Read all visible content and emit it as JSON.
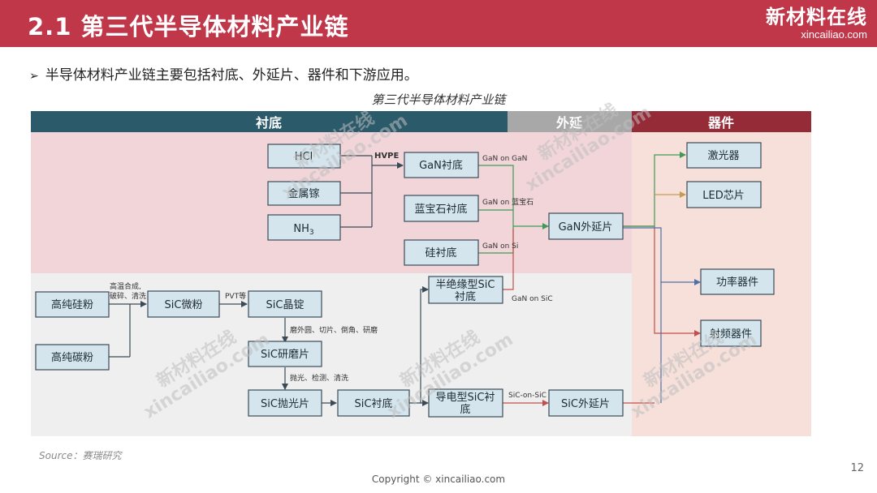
{
  "header": {
    "title": "2.1 第三代半导体材料产业链"
  },
  "logo": {
    "cn": "新材料在线",
    "en": "xincailiao.com"
  },
  "bullet": "半导体材料产业链主要包括衬底、外延片、器件和下游应用。",
  "caption": "第三代半导体材料产业链",
  "sections": {
    "substrate": "衬底",
    "epitaxy": "外延",
    "device": "器件"
  },
  "nodes": {
    "hcl": "HCl",
    "gallium": "金属镓",
    "nh3_main": "NH",
    "nh3_sub": "3",
    "gan_sub": "GaN衬底",
    "sapphire": "蓝宝石衬底",
    "si_sub": "硅衬底",
    "gan_epi": "GaN外延片",
    "laser": "激光器",
    "led": "LED芯片",
    "power": "功率器件",
    "rf": "射频器件",
    "si_powder": "高纯硅粉",
    "c_powder": "高纯碳粉",
    "sic_powder": "SiC微粉",
    "sic_ingot": "SiC晶锭",
    "sic_ground": "SiC研磨片",
    "sic_polished": "SiC抛光片",
    "sic_sub": "SiC衬底",
    "semi_ins_l1": "半绝缘型SiC",
    "semi_ins_l2": "衬底",
    "conductive_l1": "导电型SiC衬",
    "conductive_l2": "底",
    "sic_epi": "SiC外延片"
  },
  "edge_labels": {
    "hvpe": "HVPE",
    "gan_on_gan": "GaN on GaN",
    "gan_on_sapphire": "GaN on 蓝宝石",
    "gan_on_si": "GaN on Si",
    "gan_on_sic": "GaN on SiC",
    "synth_l1": "高温合成,",
    "synth_l2": "破碎、清洗",
    "pvt": "PVT等",
    "process1": "磨外圆、切片、倒角、研磨",
    "process2": "抛光、检测、清洗",
    "sic_on_sic": "SiC-on-SiC"
  },
  "watermark": {
    "cn": "新材料在线",
    "en": "xincailiao.com"
  },
  "source": "Source：赛瑞研究",
  "copyright": "Copyright © xincailiao.com",
  "page_number": "12",
  "colors": {
    "header": "#c0374a",
    "substrate_band": "#2b5a6b",
    "epitaxy_band": "#a8a8a8",
    "device_band": "#962b38",
    "gan_region": "#f2d5d9",
    "sic_region": "#efefef",
    "device_region": "#f7e0da",
    "node_fill": "#d4e5ee",
    "node_stroke": "#3c4b57"
  }
}
